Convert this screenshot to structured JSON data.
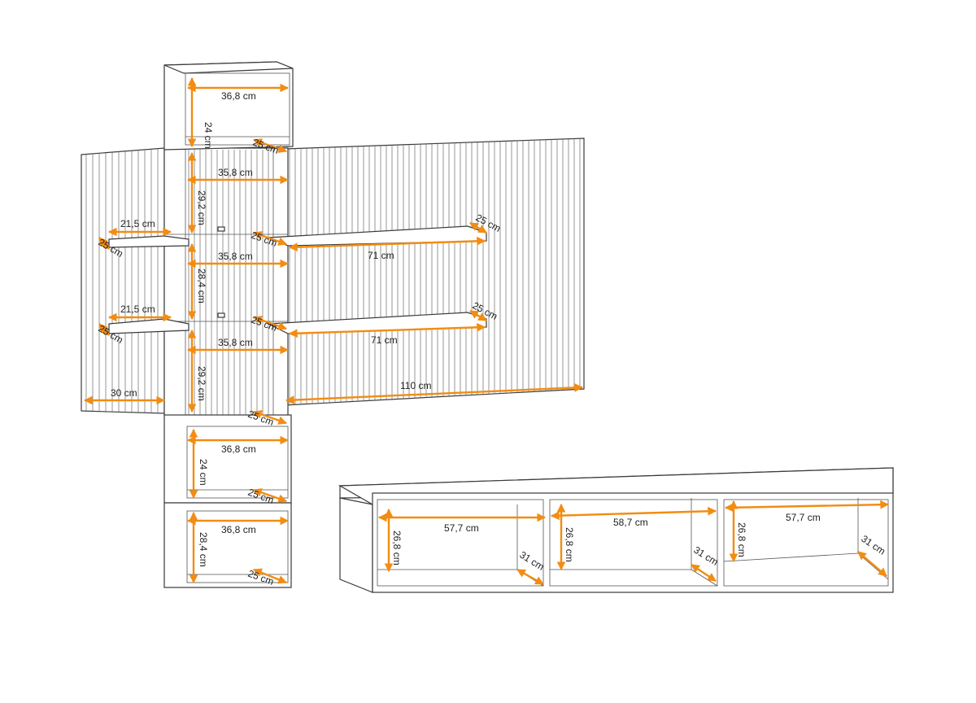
{
  "accent_color": "#f28c12",
  "line_color": "#3a3a3a",
  "dimensions": {
    "top_box_width": "36,8 cm",
    "top_box_height": "24 cm",
    "top_box_depth": "25 cm",
    "cab1_width": "35,8 cm",
    "cab1_height": "29,2 cm",
    "cab2_width": "35,8 cm",
    "cab2_height": "28,4 cm",
    "cab3_width": "35,8 cm",
    "cab3_height": "29,2 cm",
    "cab_depth_1": "25 cm",
    "cab_depth_2": "25 cm",
    "cab_depth_3": "25 cm",
    "left_shelf1_width": "21,5 cm",
    "left_shelf1_depth": "25 cm",
    "left_shelf2_width": "21,5 cm",
    "left_shelf2_depth": "25 cm",
    "left_panel_width": "30 cm",
    "right_shelf1_width": "71 cm",
    "right_shelf1_depth": "25 cm",
    "right_shelf2_width": "71 cm",
    "right_shelf2_depth": "25 cm",
    "right_panel_width": "110 cm",
    "box2_width": "36,8 cm",
    "box2_height": "24 cm",
    "box2_depth": "25 cm",
    "box3_width": "36,8 cm",
    "box3_height": "28,4 cm",
    "box3_depth": "25 cm",
    "tv_left_width": "57,7 cm",
    "tv_left_height": "26,8 cm",
    "tv_left_depth": "31 cm",
    "tv_mid_width": "58,7 cm",
    "tv_mid_height": "26,8 cm",
    "tv_mid_depth": "31 cm",
    "tv_right_width": "57,7 cm",
    "tv_right_height": "26,8 cm",
    "tv_right_depth": "31 cm"
  }
}
